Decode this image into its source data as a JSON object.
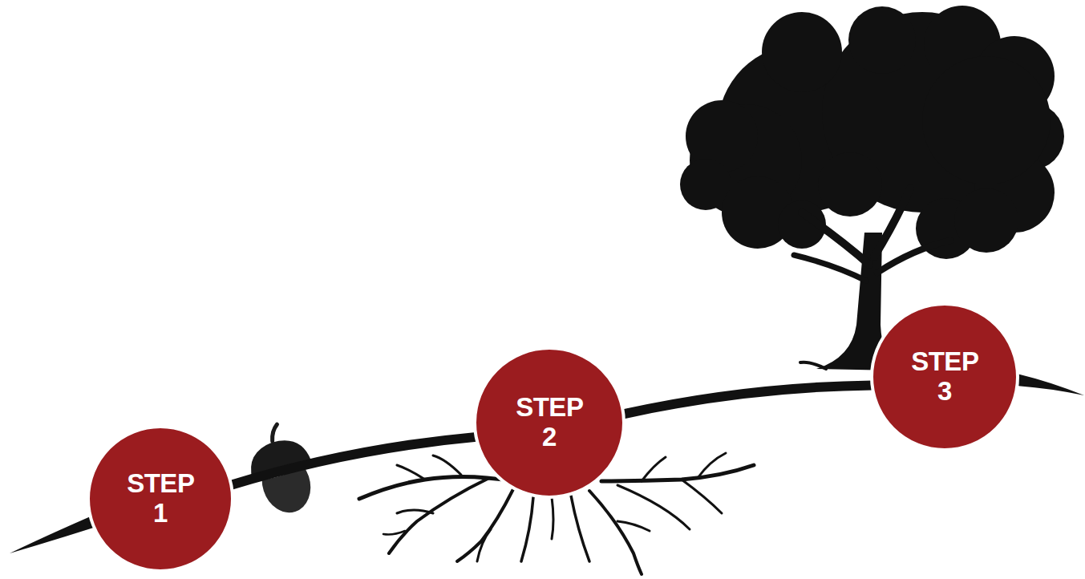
{
  "diagram": {
    "nodes": [
      {
        "text": [
          "STEP 1"
        ]
      },
      {
        "text": [
          "STEP 2"
        ]
      },
      {
        "text": [
          "STEP 3"
        ]
      }
    ],
    "edges": [
      {
        "from": 0,
        "to": 1,
        "arrow": "none"
      },
      {
        "from": 1,
        "to": 2,
        "arrow": "none"
      }
    ]
  }
}
